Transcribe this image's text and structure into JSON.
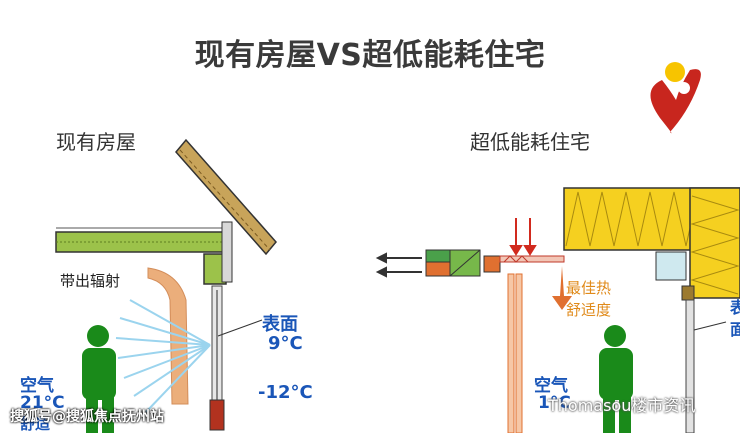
{
  "title": "现有房屋VS超低能耗住宅",
  "left_panel": {
    "subtitle": "现有房屋",
    "radiation_label": "带出辐射",
    "surface_label": "表面",
    "surface_temp": "9°C",
    "outside_temp": "-12°C",
    "air_label": "空气",
    "air_temp": "21°C",
    "air_cut": "舒适"
  },
  "right_panel": {
    "subtitle": "超低能耗住宅",
    "comfort_line1": "最佳热",
    "comfort_line2": "舒适度",
    "air_label": "空气",
    "air_temp": "1°C",
    "edge_line1": "表",
    "edge_line2": "面"
  },
  "watermarks": {
    "left": "搜狐号@搜狐焦点抚州站",
    "right": "Thomasou楼市资讯"
  },
  "colors": {
    "roof": "#c8a45a",
    "slab": "#9cc24a",
    "person": "#1a8a1a",
    "insulation": "#f5d020",
    "text_blue": "#1a56b8",
    "text_orange": "#e08a1a",
    "logo_red": "#c8261e",
    "logo_yellow": "#f7c400"
  }
}
